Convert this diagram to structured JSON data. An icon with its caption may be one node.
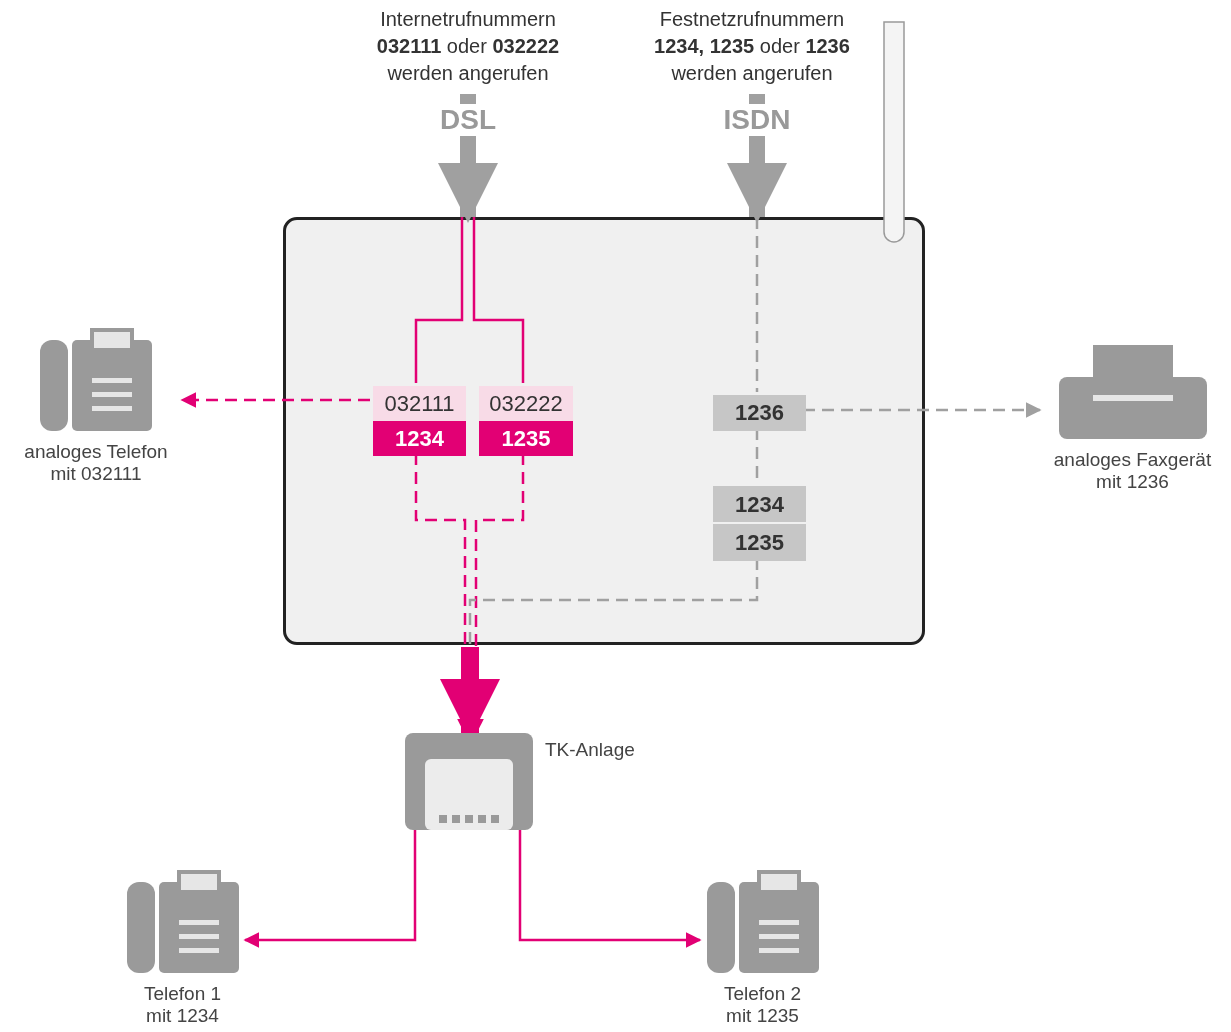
{
  "diagram": {
    "nodes": [
      {
        "text": [
          "Internetrufnummern **032111** oder **032222** werden angerufen"
        ]
      },
      {
        "text": [
          "Festnetzrufnummern **1234, 1235** oder **1236** werden angerufen"
        ]
      },
      {
        "text": [],
        "shape": "box"
      },
      {
        "text": [
          "032111",
          "1234"
        ],
        "in": 2
      },
      {
        "text": [
          "032222",
          "1235"
        ],
        "in": 2
      },
      {
        "text": [],
        "shape": "telephone",
        "beside": [
          "analoges Telefon mit 032111"
        ]
      },
      {
        "text": [
          "1236"
        ],
        "in": 2
      },
      {
        "text": [],
        "shape": "fax",
        "beside": [
          "analoges Faxgerät mit 1236"
        ]
      },
      {
        "text": [
          "1234",
          "1235"
        ],
        "in": 2
      },
      {
        "text": [],
        "shape": "box",
        "beside": [
          "TK-Anlage"
        ]
      },
      {
        "text": [],
        "shape": "telephone",
        "beside": [
          "Telefon 1 mit 1234"
        ]
      },
      {
        "text": [],
        "shape": "telephone",
        "beside": [
          "Telefon 2 mit 1235"
        ]
      }
    ],
    "edges": [
      {
        "from": 0,
        "to": 2,
        "arrow": "to",
        "label": "DSL",
        "style": "thick",
        "color": "#a0a0a0"
      },
      {
        "from": 1,
        "to": 2,
        "arrow": "to",
        "label": "ISDN",
        "style": "thick",
        "color": "#a0a0a0"
      },
      {
        "from": 2,
        "to": 3,
        "arrow": "none"
      },
      {
        "from": 2,
        "to": 4,
        "arrow": "none"
      },
      {
        "from": 3,
        "to": 5,
        "arrow": "to",
        "style": "dashed"
      },
      {
        "from": 2,
        "to": 6,
        "arrow": "none",
        "style": "dashed",
        "color": "#a0a0a0"
      },
      {
        "from": 6,
        "to": 7,
        "arrow": "to",
        "style": "dashed",
        "color": "#a0a0a0"
      },
      {
        "from": 6,
        "to": 8,
        "arrow": "none",
        "style": "dashed",
        "color": "#a0a0a0"
      },
      {
        "from": 3,
        "to": 9,
        "arrow": "to",
        "style": "dashed"
      },
      {
        "from": 4,
        "to": 9,
        "arrow": "to",
        "style": "dashed"
      },
      {
        "from": 8,
        "to": 9,
        "arrow": "to",
        "style": "dashed",
        "color": "#a0a0a0"
      },
      {
        "from": 9,
        "to": 10,
        "arrow": "to"
      },
      {
        "from": 9,
        "to": 11,
        "arrow": "to"
      }
    ]
  }
}
